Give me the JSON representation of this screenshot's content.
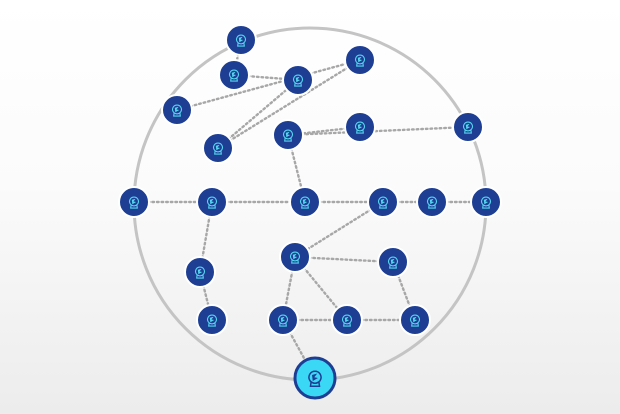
{
  "colors": {
    "background_top": "#ffffff",
    "background_bottom": "#ececec",
    "boundary_ring": "#c4c4c4",
    "link_dots": "#a7a7a7",
    "node_fill": "#1d3e93",
    "node_border": "#ffffff",
    "node_icon": "#56d6f0",
    "gateway_fill": "#3bd8f6",
    "gateway_border": "#1d3e93",
    "gateway_icon": "#1d3e93"
  },
  "node_icon": "network-node-icon",
  "gateway_icon": "gateway-node-icon",
  "diagram": {
    "node_count": 23,
    "nodes": [
      "n1",
      "n2",
      "n3",
      "n4",
      "n5",
      "n6",
      "n7",
      "n8",
      "n9",
      "n10",
      "n11",
      "n12",
      "n13",
      "n14",
      "n15",
      "n16",
      "n17",
      "n18",
      "n19",
      "n20",
      "n21",
      "n22",
      "gateway"
    ],
    "links": [
      [
        "n1",
        "n2"
      ],
      [
        "n2",
        "n3"
      ],
      [
        "n4",
        "n5"
      ],
      [
        "n5",
        "n6"
      ],
      [
        "n6",
        "n3"
      ],
      [
        "n7",
        "n8"
      ],
      [
        "n8",
        "n9"
      ],
      [
        "n8",
        "n12"
      ],
      [
        "n10",
        "n11"
      ],
      [
        "n11",
        "n12"
      ],
      [
        "n12",
        "n13"
      ],
      [
        "n13",
        "n14"
      ],
      [
        "n14",
        "n15"
      ],
      [
        "n11",
        "n16"
      ],
      [
        "n16",
        "n18"
      ],
      [
        "n17",
        "n19"
      ],
      [
        "n17",
        "n20"
      ],
      [
        "n19",
        "n20"
      ],
      [
        "n20",
        "n21"
      ],
      [
        "n21",
        "n22"
      ],
      [
        "n13",
        "n17"
      ],
      [
        "n17",
        "n22"
      ],
      [
        "n19",
        "gateway"
      ]
    ]
  }
}
